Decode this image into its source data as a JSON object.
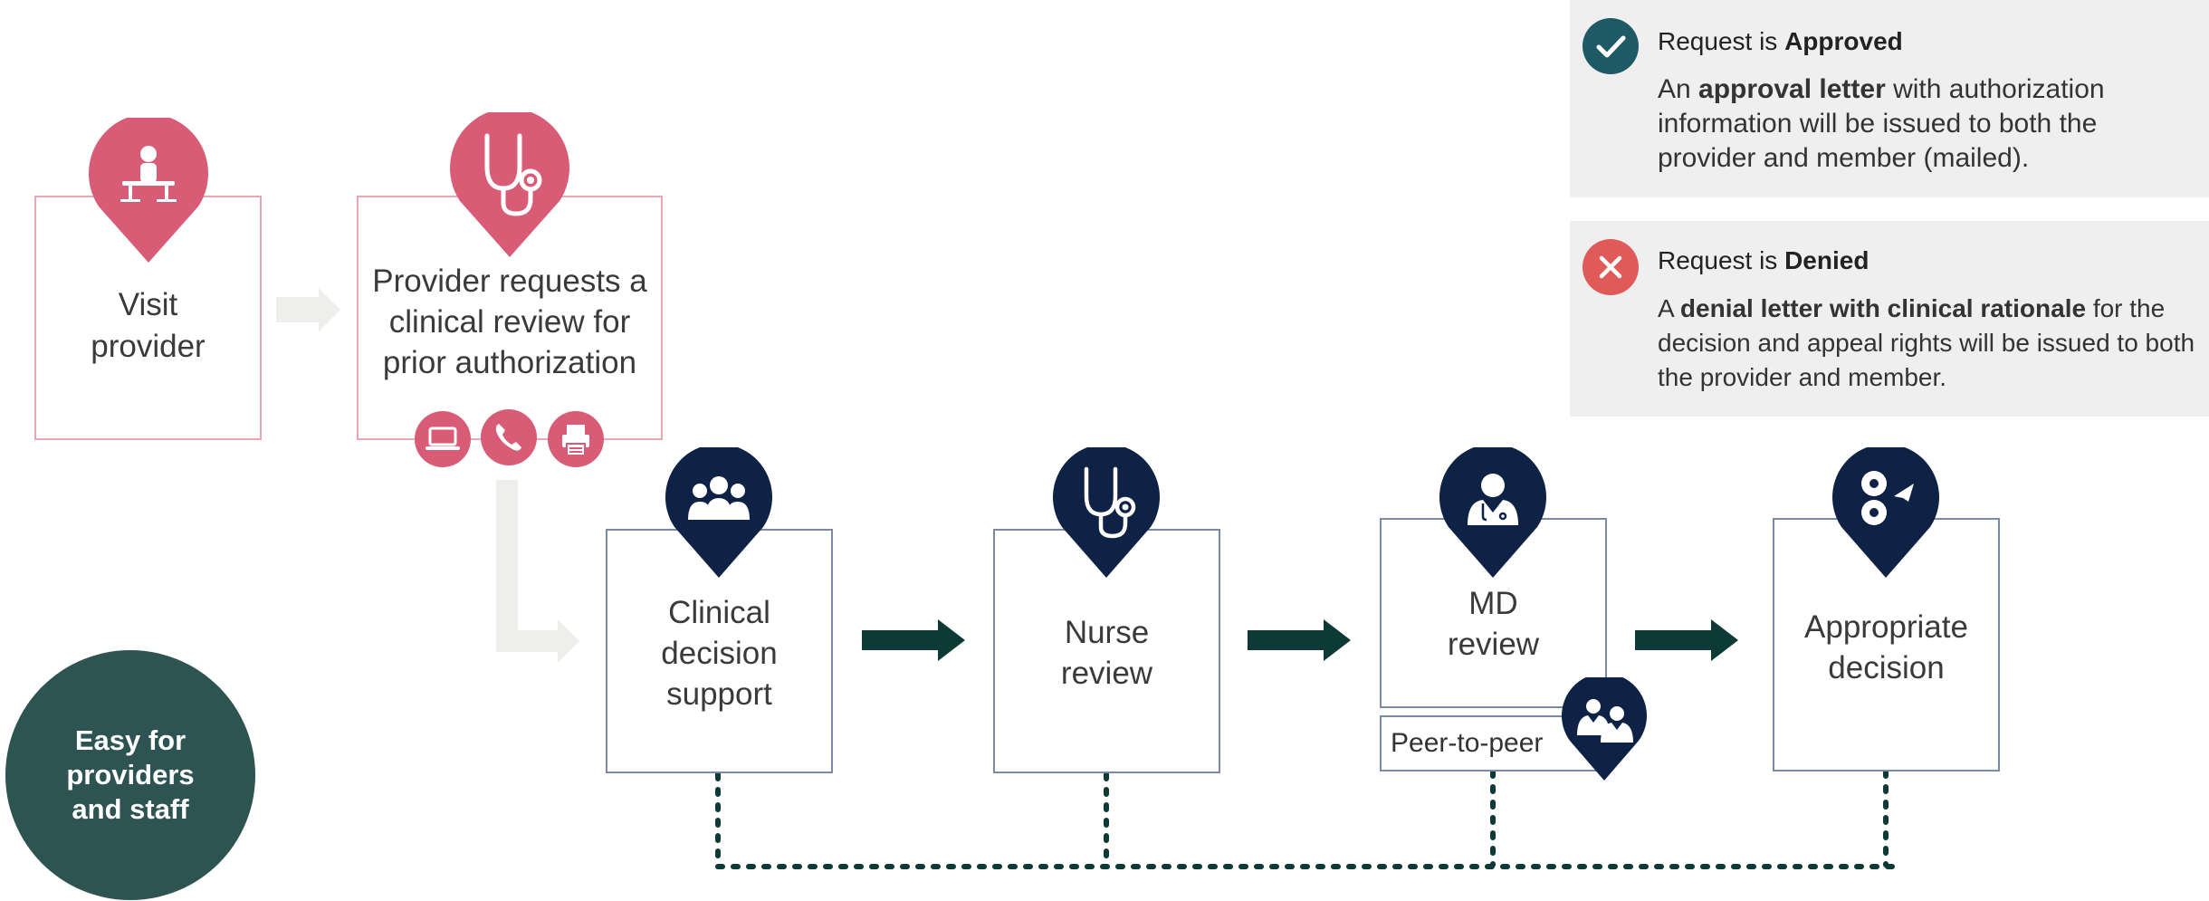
{
  "steps": {
    "visit": {
      "line1": "Visit",
      "line2": "provider"
    },
    "request": {
      "line1": "Provider requests a",
      "line2": "clinical review for",
      "line3": "prior authorization"
    },
    "cds": {
      "line1": "Clinical",
      "line2": "decision",
      "line3": "support"
    },
    "nurse": {
      "line1": "Nurse",
      "line2": "review"
    },
    "md": {
      "line1": "MD",
      "line2": "review",
      "peer": "Peer-to-peer"
    },
    "decision": {
      "line1": "Appropriate",
      "line2": "decision"
    }
  },
  "outcomes": {
    "approved": {
      "title_prefix": "Request is ",
      "title_bold": "Approved",
      "body_prefix": "An ",
      "body_bold": "approval letter",
      "body_rest": " with authorization information will be issued to both the provider and member (mailed)."
    },
    "denied": {
      "title_prefix": "Request is ",
      "title_bold": "Denied",
      "body_prefix": "A ",
      "body_bold": "denial letter with clinical rationale",
      "body_rest": " for the decision and appeal rights will be issued to both the provider and member."
    }
  },
  "badge": {
    "line1": "Easy for",
    "line2": "providers",
    "line3": "and staff"
  },
  "colors": {
    "pink": "#d95c76",
    "navy": "#0e2245",
    "teal": "#1e5a66",
    "red": "#e05a5a",
    "arrow_dark": "#0d3a36",
    "arrow_light": "#eeeeec"
  }
}
